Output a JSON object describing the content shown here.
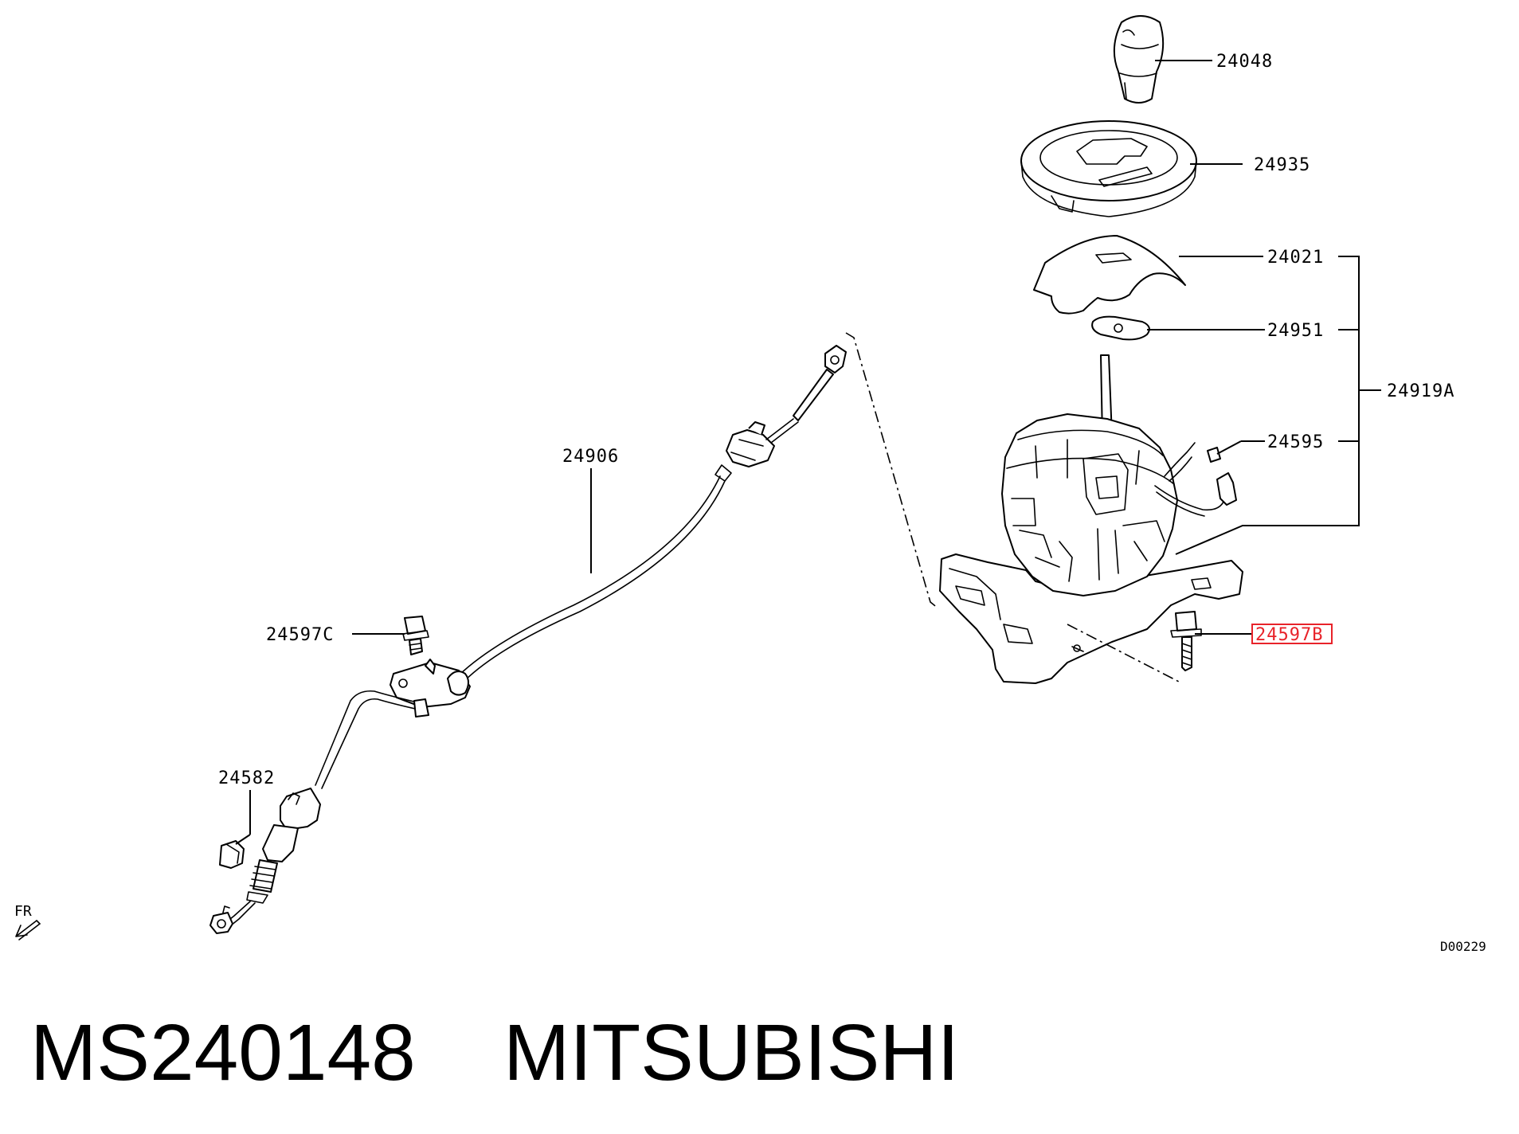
{
  "diagram": {
    "labels": {
      "knob": "24048",
      "indicator_panel": "24935",
      "cover": "24021",
      "plate": "24951",
      "assembly": "24919A",
      "connector": "24595",
      "bolt_right": "24597B",
      "cable": "24906",
      "bolt_left": "24597C",
      "nut": "24582"
    },
    "direction_marker": "FR",
    "drawing_code": "D00229",
    "highlight_color": "#e8232a"
  },
  "caption": {
    "part_number": "MS240148",
    "brand": "MITSUBISHI"
  }
}
